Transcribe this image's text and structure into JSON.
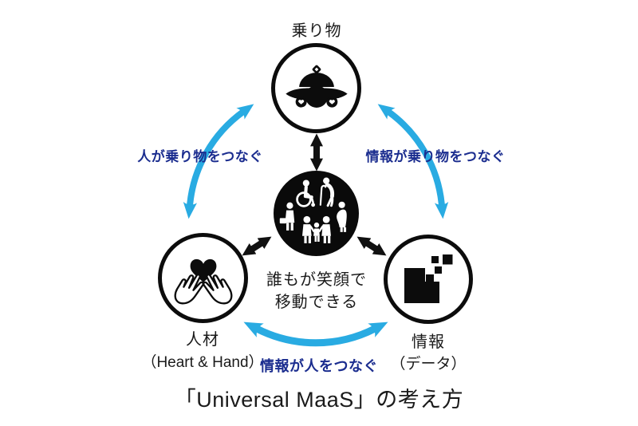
{
  "diagram_title": "「Universal MaaS」の考え方",
  "nodes": {
    "vehicle": {
      "label": "乗り物",
      "icon": "vehicle-icon"
    },
    "center": {
      "caption_line1": "誰もが笑顔で",
      "caption_line2": "移動できる",
      "icon": "diverse-people-icon"
    },
    "people": {
      "label": "人材",
      "sublabel": "（Heart & Hand）",
      "icon": "heart-hands-icon"
    },
    "data": {
      "label": "情報",
      "sublabel": "（データ）",
      "icon": "data-blocks-icon"
    }
  },
  "connections": {
    "people_vehicle": "人が乗り物をつなぐ",
    "data_vehicle": "情報が乗り物をつなぐ",
    "data_people": "情報が人をつなぐ"
  },
  "colors": {
    "arrow_blue": "#29ABE2",
    "text_blue": "#1B2D8F",
    "ink": "#111111"
  }
}
